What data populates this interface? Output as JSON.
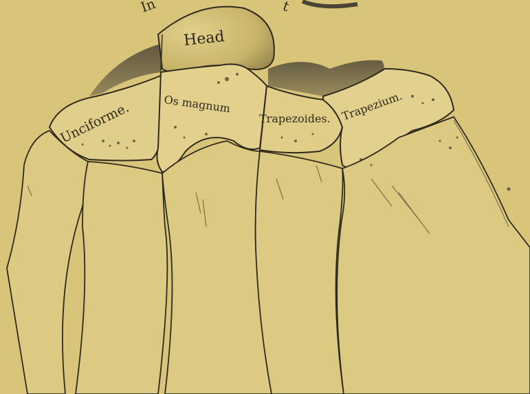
{
  "plate": {
    "background_color": "#d8c57a",
    "ink_color": "#2e2a1e",
    "shading_color": "#5a5340",
    "top_caption_fragment": "t",
    "labels": {
      "head": "Head",
      "unciforme": "Unciforme.",
      "os_magnum": "Os magnum",
      "trapezoides": "Trapezoides.",
      "trapezium": "Trapezium."
    }
  }
}
